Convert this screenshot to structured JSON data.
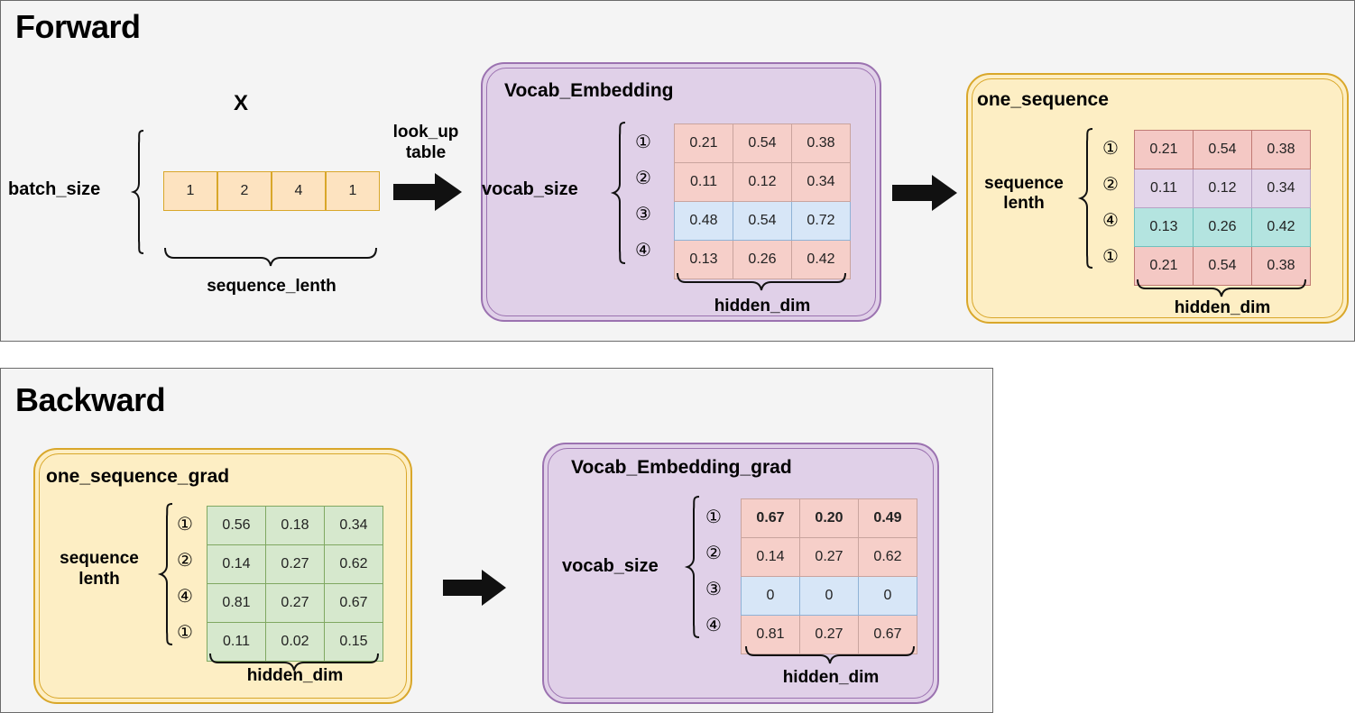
{
  "forward": {
    "title": "Forward",
    "x_label": "X",
    "x_values": [
      "1",
      "2",
      "4",
      "1"
    ],
    "batch_size_label": "batch_size",
    "sequence_lenth_label": "sequence_lenth",
    "lookup_label_line1": "look_up",
    "lookup_label_line2": "table",
    "vocab_embedding": {
      "title": "Vocab_Embedding",
      "row_label": "vocab_size",
      "col_label": "hidden_dim",
      "indices": [
        "①",
        "②",
        "③",
        "④"
      ],
      "rows": [
        {
          "cells": [
            "0.21",
            "0.54",
            "0.38"
          ],
          "color": "pink"
        },
        {
          "cells": [
            "0.11",
            "0.12",
            "0.34"
          ],
          "color": "pink"
        },
        {
          "cells": [
            "0.48",
            "0.54",
            "0.72"
          ],
          "color": "blue"
        },
        {
          "cells": [
            "0.13",
            "0.26",
            "0.42"
          ],
          "color": "pink"
        }
      ]
    },
    "one_sequence": {
      "title": "one_sequence",
      "row_label_line1": "sequence",
      "row_label_line2": "lenth",
      "col_label": "hidden_dim",
      "indices": [
        "①",
        "②",
        "④",
        "①"
      ],
      "rows": [
        {
          "cells": [
            "0.21",
            "0.54",
            "0.38"
          ],
          "color": "pink-s"
        },
        {
          "cells": [
            "0.11",
            "0.12",
            "0.34"
          ],
          "color": "lav"
        },
        {
          "cells": [
            "0.13",
            "0.26",
            "0.42"
          ],
          "color": "teal"
        },
        {
          "cells": [
            "0.21",
            "0.54",
            "0.38"
          ],
          "color": "pink-s"
        }
      ]
    }
  },
  "backward": {
    "title": "Backward",
    "one_sequence_grad": {
      "title": "one_sequence_grad",
      "row_label_line1": "sequence",
      "row_label_line2": "lenth",
      "col_label": "hidden_dim",
      "indices": [
        "①",
        "②",
        "④",
        "①"
      ],
      "rows": [
        {
          "cells": [
            "0.56",
            "0.18",
            "0.34"
          ],
          "color": "green"
        },
        {
          "cells": [
            "0.14",
            "0.27",
            "0.62"
          ],
          "color": "green"
        },
        {
          "cells": [
            "0.81",
            "0.27",
            "0.67"
          ],
          "color": "green"
        },
        {
          "cells": [
            "0.11",
            "0.02",
            "0.15"
          ],
          "color": "green"
        }
      ]
    },
    "vocab_embedding_grad": {
      "title": "Vocab_Embedding_grad",
      "row_label": "vocab_size",
      "col_label": "hidden_dim",
      "indices": [
        "①",
        "②",
        "③",
        "④"
      ],
      "rows": [
        {
          "cells": [
            "0.67",
            "0.20",
            "0.49"
          ],
          "color": "pink",
          "bold": true
        },
        {
          "cells": [
            "0.14",
            "0.27",
            "0.62"
          ],
          "color": "pink",
          "bold": false
        },
        {
          "cells": [
            "0",
            "0",
            "0"
          ],
          "color": "blue",
          "bold": false
        },
        {
          "cells": [
            "0.81",
            "0.27",
            "0.67"
          ],
          "color": "pink",
          "bold": false
        }
      ]
    }
  },
  "colors": {
    "panel_bg": "#f4f4f4",
    "purple_fill": "#e0d0e8",
    "purple_border": "#9b72b0",
    "yellow_fill": "#fdeec4",
    "yellow_border": "#d9a72a",
    "pink_cell": "#f6cfc9",
    "blue_cell": "#d7e6f7",
    "teal_cell": "#b4e4e0",
    "lavender_cell": "#e2d5ea",
    "green_cell": "#d6e8cd",
    "arrow": "#111111"
  }
}
